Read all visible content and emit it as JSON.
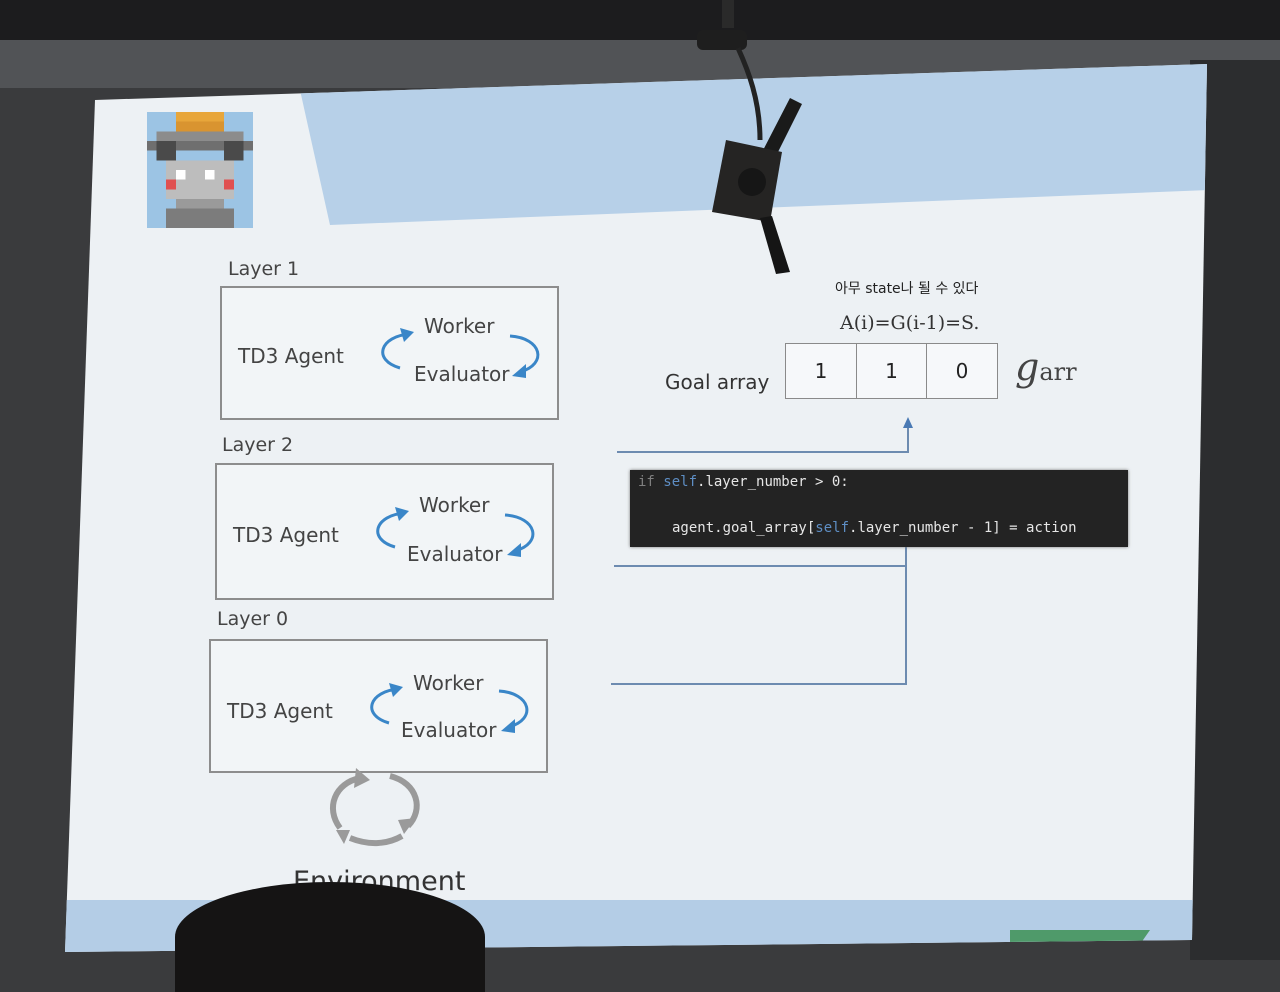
{
  "layers": [
    {
      "label": "Layer 1",
      "agent": "TD3 Agent",
      "worker": "Worker",
      "evaluator": "Evaluator"
    },
    {
      "label": "Layer 2",
      "agent": "TD3 Agent",
      "worker": "Worker",
      "evaluator": "Evaluator"
    },
    {
      "label": "Layer 0",
      "agent": "TD3 Agent",
      "worker": "Worker",
      "evaluator": "Evaluator"
    }
  ],
  "goal": {
    "note": "아무 state나 될 수 있다",
    "formula": "A(i)=G(i-1)=S.",
    "label": "Goal array",
    "values": [
      "1",
      "1",
      "0"
    ],
    "symbol": "g",
    "symbol_sub": "arr"
  },
  "code": {
    "line1_kw": "if",
    "line1_self": "self",
    "line1_rest": ".layer_number > 0:",
    "line2_pre": "agent.goal_array[",
    "line2_self": "self",
    "line2_rest": ".layer_number - 1] = action"
  },
  "environment": {
    "label": "Environment"
  },
  "colors": {
    "arrow": "#3a86c8",
    "accent_band": "#b7d0e8",
    "code_bg": "#232323"
  }
}
